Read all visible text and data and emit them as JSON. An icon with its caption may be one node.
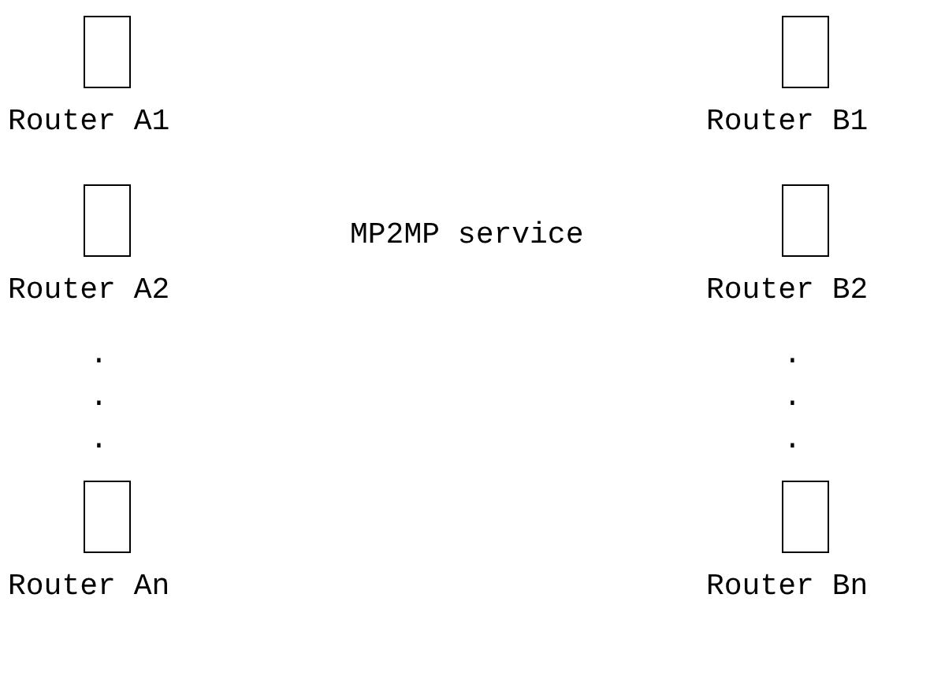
{
  "diagram": {
    "nodes": [
      {
        "text": [
          "Router A1"
        ]
      },
      {
        "text": [
          "Router B1"
        ]
      },
      {
        "text": [
          "Router A2"
        ]
      },
      {
        "text": [
          "Router B2"
        ]
      },
      {
        "text": [
          "Router An"
        ]
      },
      {
        "text": [
          "Router Bn"
        ]
      }
    ],
    "labels": [
      "MP2MP service",
      ".",
      ".",
      ".",
      ".",
      ".",
      "."
    ]
  }
}
